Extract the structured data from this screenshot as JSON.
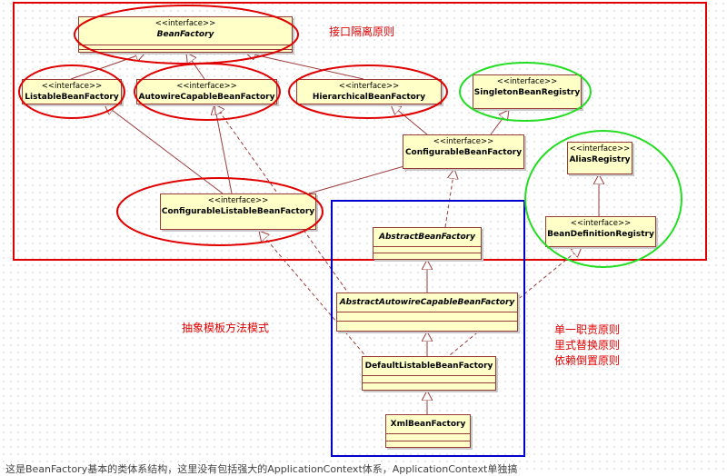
{
  "stereotype": "<<interface>>",
  "classes": {
    "bean_factory": "BeanFactory",
    "listable": "ListableBeanFactory",
    "autowire_capable": "AutowireCapableBeanFactory",
    "hierarchical": "HierarchicalBeanFactory",
    "singleton_registry": "SingletonBeanRegistry",
    "configurable": "ConfigurableBeanFactory",
    "alias_registry": "AliasRegistry",
    "configurable_listable": "ConfigurableListableBeanFactory",
    "bean_definition_registry": "BeanDefinitionRegistry",
    "abstract_bean_factory": "AbstractBeanFactory",
    "abstract_autowire": "AbstractAutowireCapableBeanFactory",
    "default_listable": "DefaultListableBeanFactory",
    "xml_bean_factory": "XmlBeanFactory"
  },
  "annotations": {
    "interface_segregation": "接口隔离原则",
    "template_method": "抽象模板方法模式",
    "principles": [
      "单一职责原则",
      "里式替换原则",
      "依赖倒置原则"
    ]
  },
  "caption": "这是BeanFactory基本的类体系结构，这里没有包括强大的ApplicationContext体系，ApplicationContext单独搞",
  "colors": {
    "red": "#e00000",
    "blue": "#0000cc",
    "green": "#22dd22",
    "box_fill": "#ffffc8",
    "line": "#9a3b3b"
  }
}
